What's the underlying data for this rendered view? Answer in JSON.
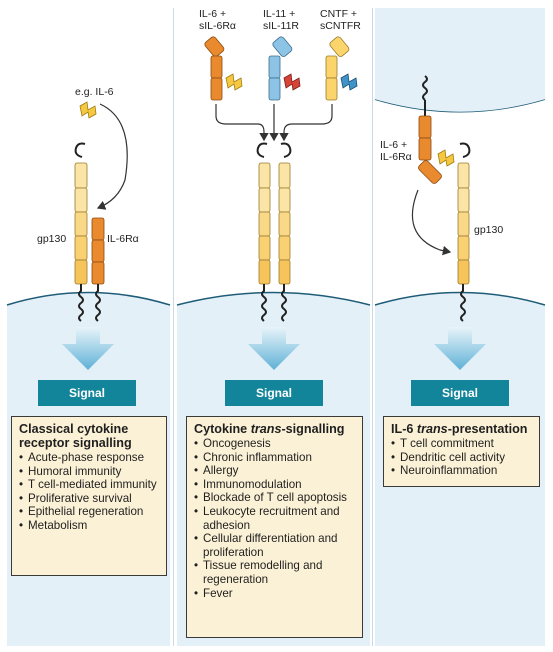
{
  "panel1": {
    "ligand_label": "e.g. IL-6",
    "receptor_label_left": "gp130",
    "receptor_label_right": "IL-6Rα",
    "signal_label": "Signal",
    "title": "Classical cytokine receptor signalling",
    "items": [
      "Acute-phase response",
      "Humoral immunity",
      "T cell-mediated immunity",
      "Proliferative survival",
      "Epithelial regeneration",
      "Metabolism"
    ]
  },
  "panel2": {
    "complex_labels": [
      "IL-6 + sIL-6Rα",
      "IL-11 + sIL-11R",
      "CNTF + sCNTFR"
    ],
    "signal_label": "Signal",
    "title_prefix": "Cytokine ",
    "title_italic": "trans",
    "title_suffix": "-signalling",
    "items": [
      "Oncogenesis",
      "Chronic inflammation",
      "Allergy",
      "Immunomodulation",
      "Blockade of T cell apoptosis",
      "Leukocyte recruitment and adhesion",
      "Cellular differentiation and proliferation",
      "Tissue remodelling and regeneration",
      "Fever"
    ]
  },
  "panel3": {
    "complex_label": "IL-6 + IL-6Rα",
    "receptor_label": "gp130",
    "signal_label": "Signal",
    "title_prefix": "IL-6 ",
    "title_italic": "trans",
    "title_suffix": "-presentation",
    "items": [
      "T cell commitment",
      "Dendritic cell activity",
      "Neuroinflammation"
    ]
  },
  "colors": {
    "gp130_fill": "#fbe5a6",
    "il6r_fill": "#e98a2e",
    "il11r_fill": "#8dc3e4",
    "cntfr_fill": "#fbd46c",
    "il6_ligand": "#f5c842",
    "il11_ligand": "#d64339",
    "cntf_ligand": "#3f93c9",
    "cell_fill": "#e3f0f7",
    "signal_box": "#13859a",
    "list_box": "#fbf1d6"
  }
}
